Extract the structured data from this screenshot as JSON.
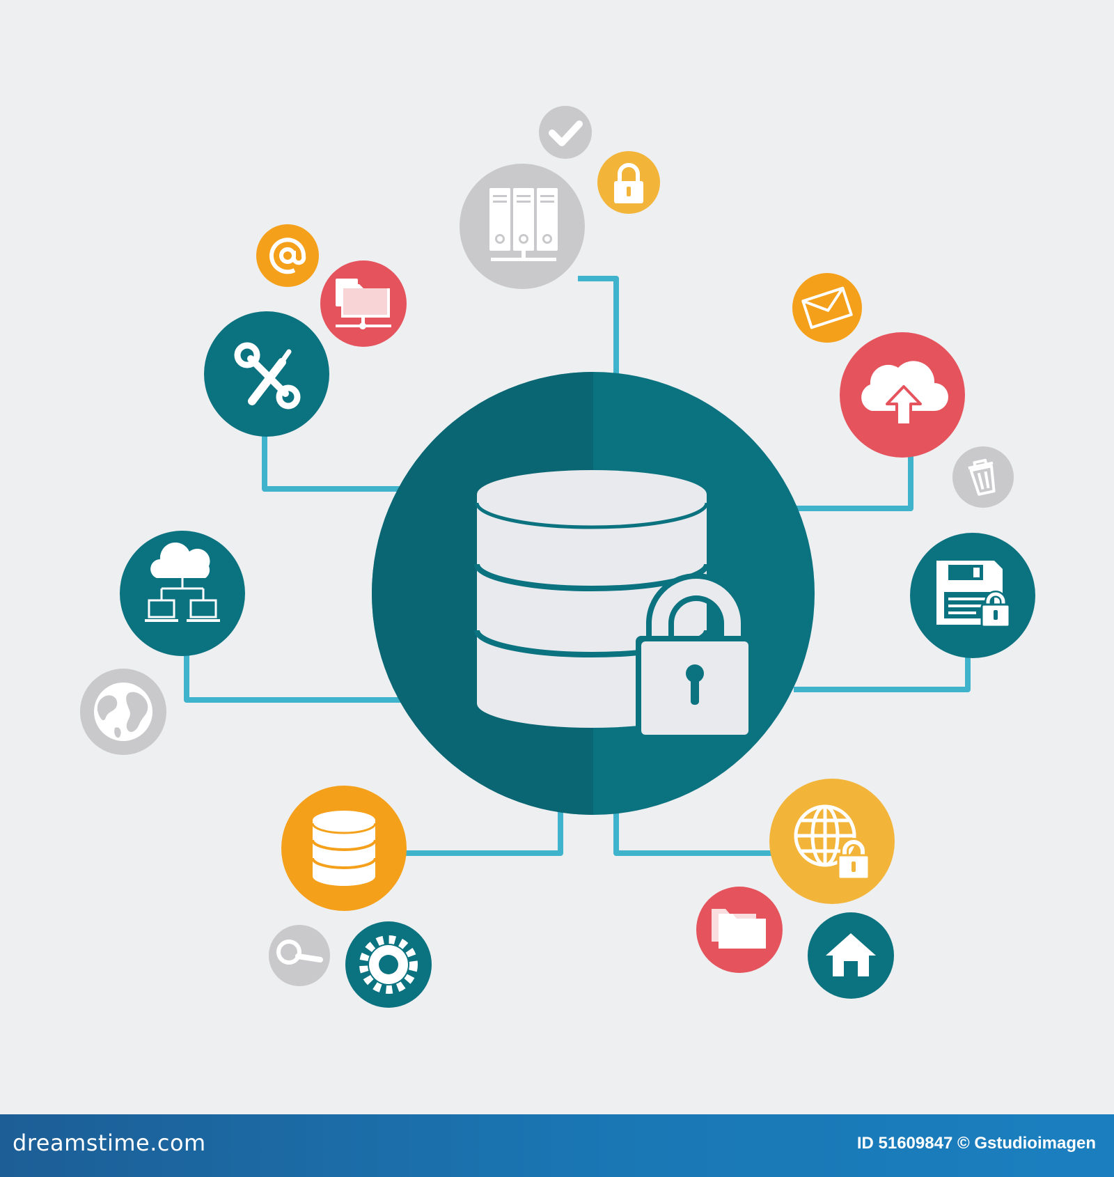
{
  "colors": {
    "background": "#eeeff1",
    "teal": "#0b7280",
    "teal_dark": "#0a6672",
    "red": "#e5545d",
    "orange": "#f5a01a",
    "yellow": "#f3b43a",
    "gray": "#c9c9cb",
    "connector": "#3fb3cc",
    "icon_fill": "#e8eaed",
    "footer": "#1a77b4"
  },
  "hub": {
    "icon": "database-lock-icon"
  },
  "nodes": [
    {
      "icon": "server-rack-icon",
      "color": "gray"
    },
    {
      "icon": "check-icon",
      "color": "gray"
    },
    {
      "icon": "padlock-icon",
      "color": "yellow"
    },
    {
      "icon": "at-sign-icon",
      "color": "orange"
    },
    {
      "icon": "network-folder-icon",
      "color": "red"
    },
    {
      "icon": "tools-icon",
      "color": "teal"
    },
    {
      "icon": "cloud-network-icon",
      "color": "teal"
    },
    {
      "icon": "globe-icon",
      "color": "gray"
    },
    {
      "icon": "database-icon",
      "color": "orange"
    },
    {
      "icon": "search-icon",
      "color": "gray"
    },
    {
      "icon": "gear-icon",
      "color": "teal"
    },
    {
      "icon": "envelope-icon",
      "color": "orange"
    },
    {
      "icon": "cloud-upload-icon",
      "color": "red"
    },
    {
      "icon": "trash-icon",
      "color": "gray"
    },
    {
      "icon": "floppy-lock-icon",
      "color": "teal"
    },
    {
      "icon": "globe-lock-icon",
      "color": "yellow"
    },
    {
      "icon": "folder-icon",
      "color": "red"
    },
    {
      "icon": "home-icon",
      "color": "teal"
    }
  ],
  "footer": {
    "brand": "dreamstime.com",
    "credit": "ID 51609847 © Gstudioimagen"
  }
}
